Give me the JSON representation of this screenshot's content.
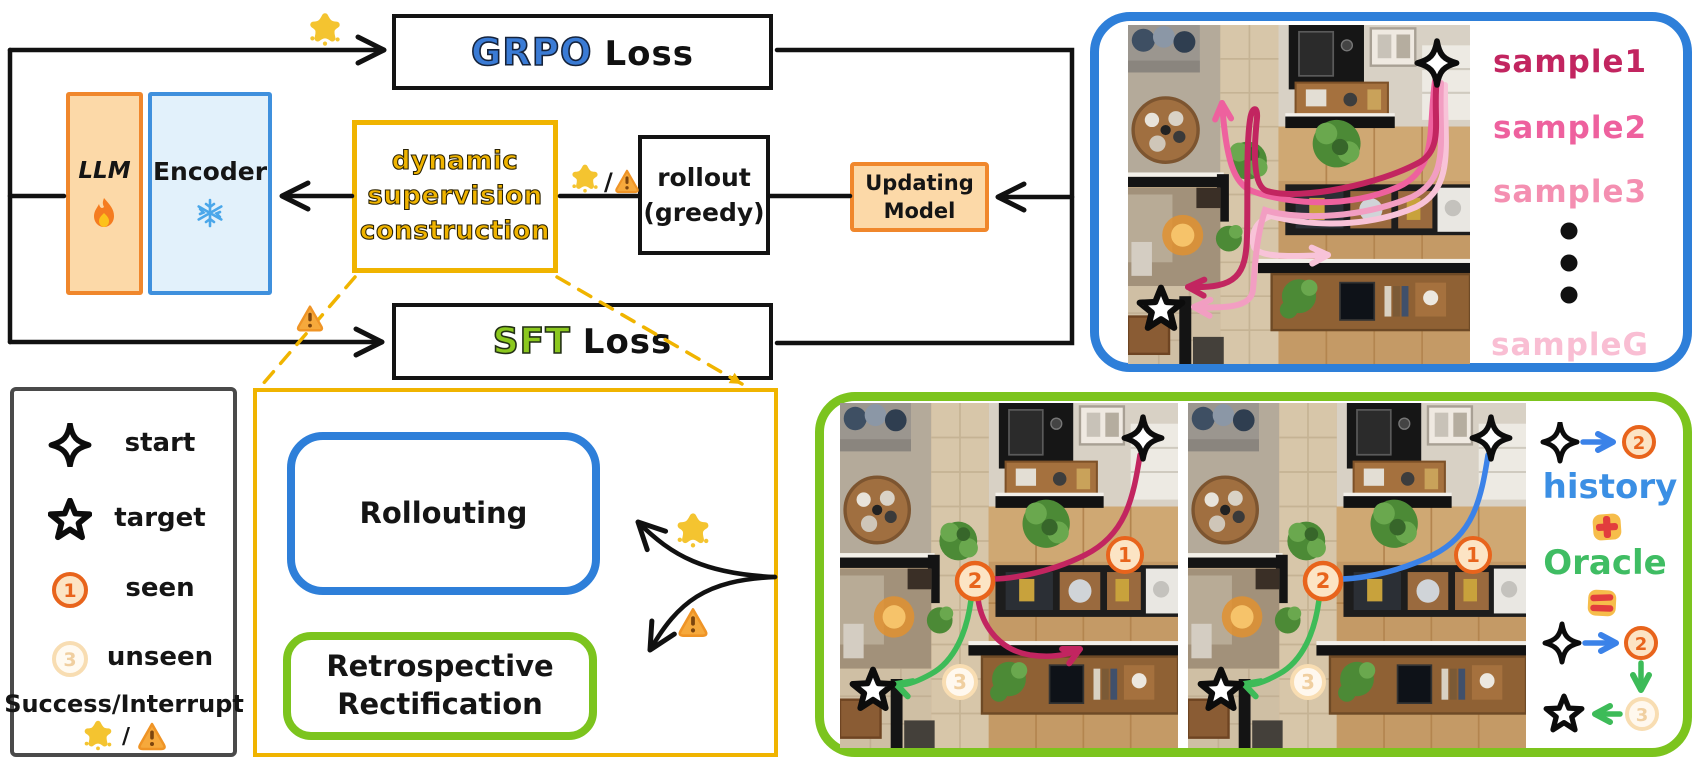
{
  "flow": {
    "grpo_box": {
      "highlight": "GRPO",
      "rest": "Loss"
    },
    "sft_box": {
      "highlight": "SFT",
      "rest": "Loss"
    },
    "dsc_box": {
      "line1": "dynamic",
      "line2": "supervision",
      "line3": "construction"
    },
    "rollout_box": {
      "line1": "rollout",
      "line2": "(greedy)"
    },
    "updating_model_box": {
      "line1": "Updating",
      "line2": "Model"
    },
    "llm_box": {
      "label": "LLM"
    },
    "encoder_box": {
      "label": "Encoder"
    },
    "branch_separator": "/"
  },
  "legend": {
    "start": "start",
    "target": "target",
    "seen": "seen",
    "unseen": "unseen",
    "success_interrupt": "Success/Interrupt",
    "separator": "/"
  },
  "supervision_panel": {
    "rollouting": "Rollouting",
    "rectification_line1": "Retrospective",
    "rectification_line2": "Rectification"
  },
  "samples_panel": {
    "sample1": "sample1",
    "sample2": "sample2",
    "sample3": "sample3",
    "sampleG": "sampleG"
  },
  "oracle_panel": {
    "history": "history",
    "oracle": "Oracle"
  },
  "waypoints": {
    "w1": "1",
    "w2": "2",
    "w3": "3"
  },
  "colors": {
    "blue_accent": "#2e7fd9",
    "green_accent": "#7cc41e",
    "yellow_accent": "#f0b400",
    "orange_accent": "#f0872c",
    "grpo_text": "#3a7bd5",
    "sft_text": "#8bc81e",
    "sample1": "#c22560",
    "sample2": "#ee619e",
    "sample3": "#f48fb1",
    "sampleG": "#f9bed3",
    "history_text": "#3b8fe4",
    "oracle_text": "#3fbd63",
    "path_green": "#3dbb58",
    "path_blue": "#3b82e8",
    "seen_stroke": "#e8641c",
    "unseen_stroke": "#f8ddb2"
  }
}
